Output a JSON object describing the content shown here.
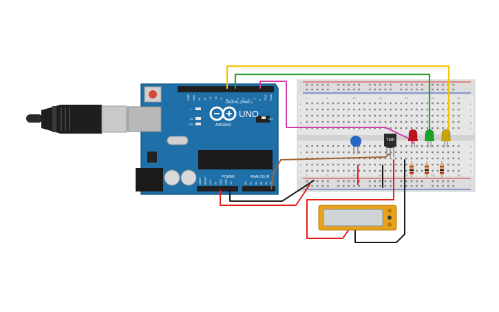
{
  "arduino": {
    "brand": "ARDUINO",
    "model": "UNO",
    "digital_label": "DIGITAL (PWM~)",
    "power_label": "POWER",
    "analog_label": "ANALOG IN",
    "on_label": "ON",
    "l_label": "L",
    "tx_label": "TX",
    "rx_label": "RX",
    "digital_pins": [
      "AREF",
      "GND",
      "13",
      "12",
      "~11",
      "~10",
      "~9",
      "8",
      "7",
      "~6",
      "~5",
      "4",
      "~3",
      "2",
      "TX▸1",
      "RX◂0"
    ],
    "power_pins": [
      "IOREF",
      "RESET",
      "3.3V",
      "5V",
      "GND",
      "GND",
      "Vin"
    ],
    "analog_pins": [
      "A0",
      "A1",
      "A2",
      "A3",
      "A4",
      "A5"
    ]
  },
  "breadboard": {
    "row_letters": [
      "j",
      "i",
      "h",
      "g",
      "f",
      "e",
      "d",
      "c",
      "b",
      "a"
    ],
    "col_numbers": [
      "1",
      "5",
      "10",
      "15",
      "20",
      "25",
      "30"
    ]
  },
  "sensor": {
    "label": "TMP"
  },
  "leds": [
    {
      "name": "red-led",
      "color": "#c0141c"
    },
    {
      "name": "green-led",
      "color": "#17a32a"
    },
    {
      "name": "yellow-led",
      "color": "#c9a400"
    }
  ],
  "colors": {
    "board": "#1f6fa8",
    "wire_yellow": "#f2c500",
    "wire_green": "#2c9d33",
    "wire_magenta": "#d43ca6",
    "wire_red": "#e0201b",
    "wire_black": "#1a1a1a",
    "wire_brown": "#a0622d",
    "lcd_frame": "#e8a21b"
  }
}
